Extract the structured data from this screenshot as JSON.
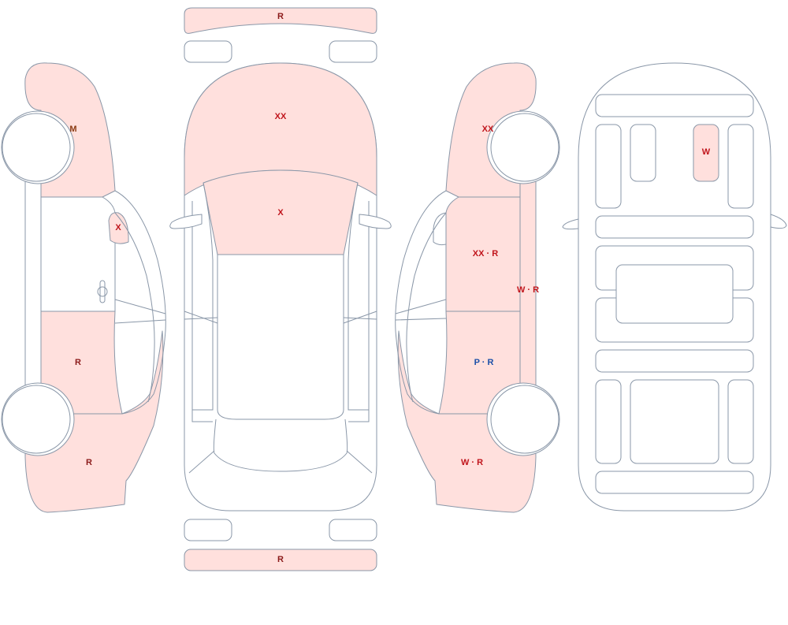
{
  "colors": {
    "outline": "#8a97a8",
    "damage_fill": "#ffe0dd",
    "code_red": "#c0141b",
    "code_dark_red": "#8b1a1a",
    "code_brown": "#8b3a12",
    "code_blue": "#1b4fa8"
  },
  "markers": {
    "rear_bumper_top": "R",
    "roof_center": "XX",
    "windshield_center": "X",
    "front_bumper_bottom": "R",
    "left_front_fender": "M",
    "left_mirror": "X",
    "left_rear_door": "R",
    "left_rear_quarter": "R",
    "right_front_fender": "XX",
    "right_front_door": "XX · R",
    "right_rocker": "W · R",
    "right_rear_door": "P · R",
    "right_rear_quarter": "W · R",
    "interior_seat": "W"
  }
}
